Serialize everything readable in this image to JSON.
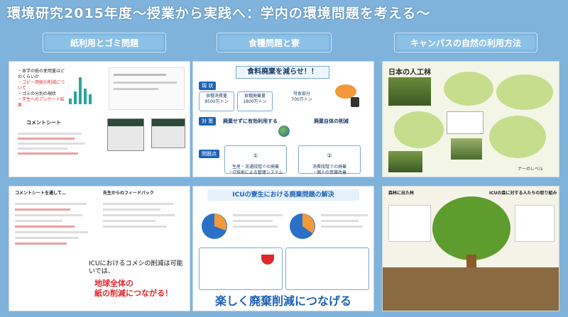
{
  "title": "環境研究2015年度〜授業から実践へ：学内の環境問題を考える〜",
  "columns": [
    {
      "header": "紙利用とゴミ問題"
    },
    {
      "header": "食糧問題と寮"
    },
    {
      "header": "キャンパスの自然の利用方法"
    }
  ],
  "p1": {
    "comment_heading": "コメントシート",
    "lines": [
      "・本学の紙の使用量はどのくらいか",
      "・コピー用紙の削減について",
      "・ゴミの分別の現状",
      "・学生へのアンケート結果"
    ]
  },
  "p2": {
    "doc_title": "食料廃棄を減らせ！！",
    "current_label": "現 状",
    "stat1_label": "食糧消費量",
    "stat1_value": "8500万トン",
    "stat2_label": "食糧廃棄量",
    "stat2_value": "1800万トン",
    "stat3_label": "可食部分",
    "stat3_value": "700万トン",
    "measures_label": "対 策",
    "measure1": "廃棄せずに有効利用する",
    "measure2": "廃棄自体の削減",
    "issues_label": "問題点",
    "issue1_no": "①",
    "issue1": "生産・流通段階での廃棄\n・IT技術による管理システム",
    "issue2_no": "②",
    "issue2": "消費段階での廃棄\n・個人の意識改善"
  },
  "p3": {
    "heading": "日本の人工林",
    "caption": "ナーのレベル"
  },
  "p4": {
    "left_heading": "コメントシートを通して…",
    "right_heading": "先生からのフィードバック",
    "callout_black": "ICUにおけるコメシの削減は可能\nいでは、",
    "callout_red": "地球全体の\n紙の削減につながる！"
  },
  "p5": {
    "heading": "ICUの寮生における廃棄問題の解決",
    "banner": "楽しく廃棄削減につなげる"
  },
  "p6": {
    "left_heading": "森林に出た林",
    "right_heading": "ICUの森に対する人たちの取り組み"
  },
  "colors": {
    "background": "#7fb3dc",
    "accent_blue": "#1f62b5",
    "red": "#e0282c",
    "green": "#5f9c2e"
  }
}
